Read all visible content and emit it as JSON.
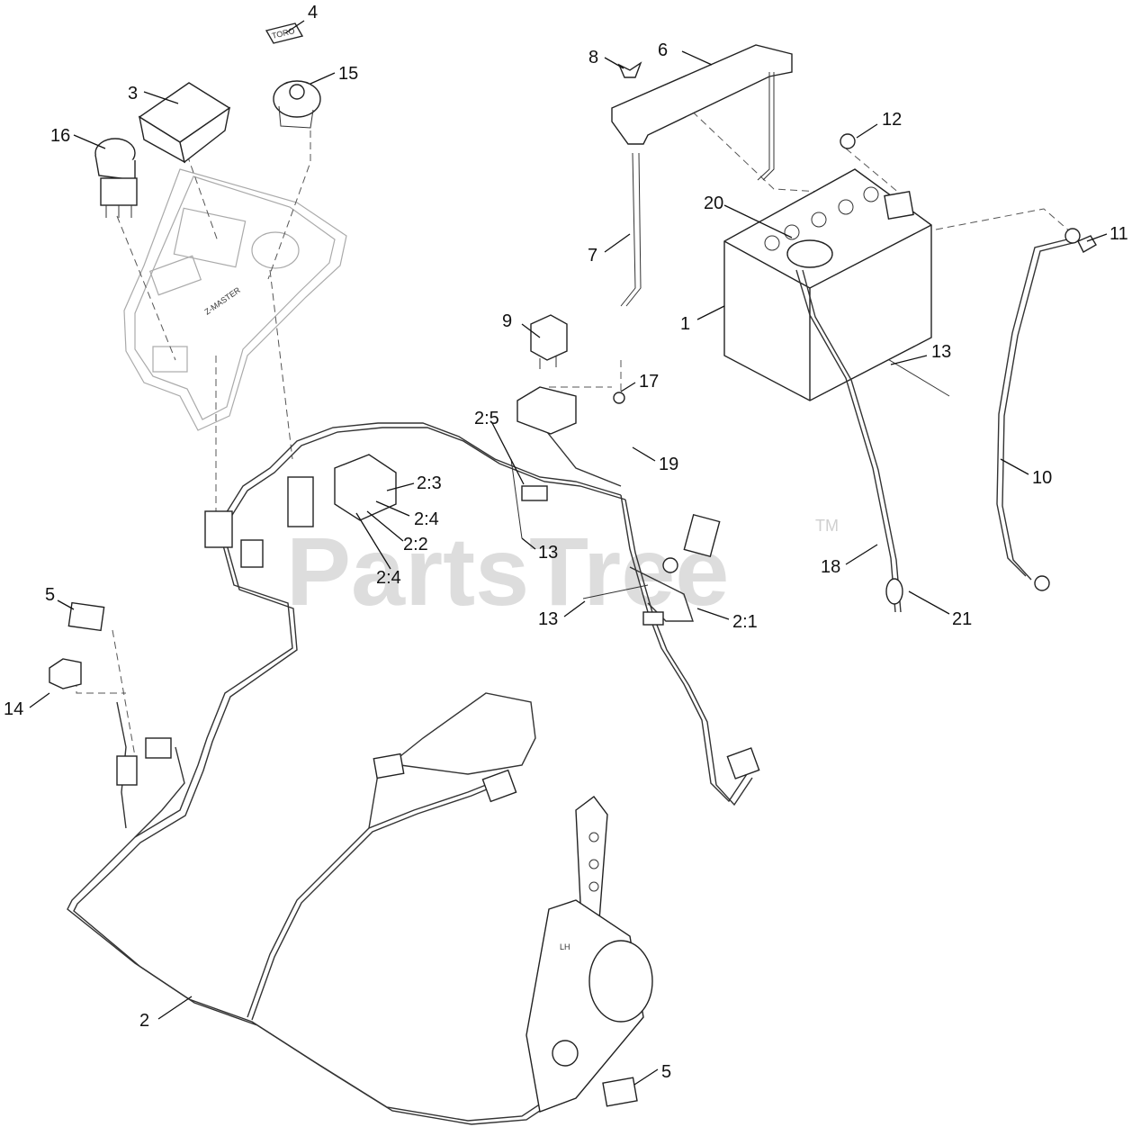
{
  "watermark": {
    "text": "PartsTree",
    "tm": "TM"
  },
  "embossed": {
    "key_brand": "TORO",
    "panel_model": "Z-MASTER",
    "lever_label": "LH"
  },
  "callouts": [
    {
      "id": "c1",
      "label": "1"
    },
    {
      "id": "c2",
      "label": "2"
    },
    {
      "id": "c3",
      "label": "3"
    },
    {
      "id": "c4",
      "label": "4"
    },
    {
      "id": "c5a",
      "label": "5"
    },
    {
      "id": "c5b",
      "label": "5"
    },
    {
      "id": "c6",
      "label": "6"
    },
    {
      "id": "c7",
      "label": "7"
    },
    {
      "id": "c8",
      "label": "8"
    },
    {
      "id": "c9",
      "label": "9"
    },
    {
      "id": "c10",
      "label": "10"
    },
    {
      "id": "c11",
      "label": "11"
    },
    {
      "id": "c12",
      "label": "12"
    },
    {
      "id": "c13a",
      "label": "13"
    },
    {
      "id": "c13b",
      "label": "13"
    },
    {
      "id": "c13c",
      "label": "13"
    },
    {
      "id": "c14",
      "label": "14"
    },
    {
      "id": "c15",
      "label": "15"
    },
    {
      "id": "c16",
      "label": "16"
    },
    {
      "id": "c17",
      "label": "17"
    },
    {
      "id": "c18",
      "label": "18"
    },
    {
      "id": "c19",
      "label": "19"
    },
    {
      "id": "c20",
      "label": "20"
    },
    {
      "id": "c21",
      "label": "21"
    },
    {
      "id": "c21b",
      "label": "2:1"
    },
    {
      "id": "c22",
      "label": "2:2"
    },
    {
      "id": "c23",
      "label": "2:3"
    },
    {
      "id": "c24a",
      "label": "2:4"
    },
    {
      "id": "c24b",
      "label": "2:4"
    },
    {
      "id": "c25",
      "label": "2:5"
    }
  ]
}
